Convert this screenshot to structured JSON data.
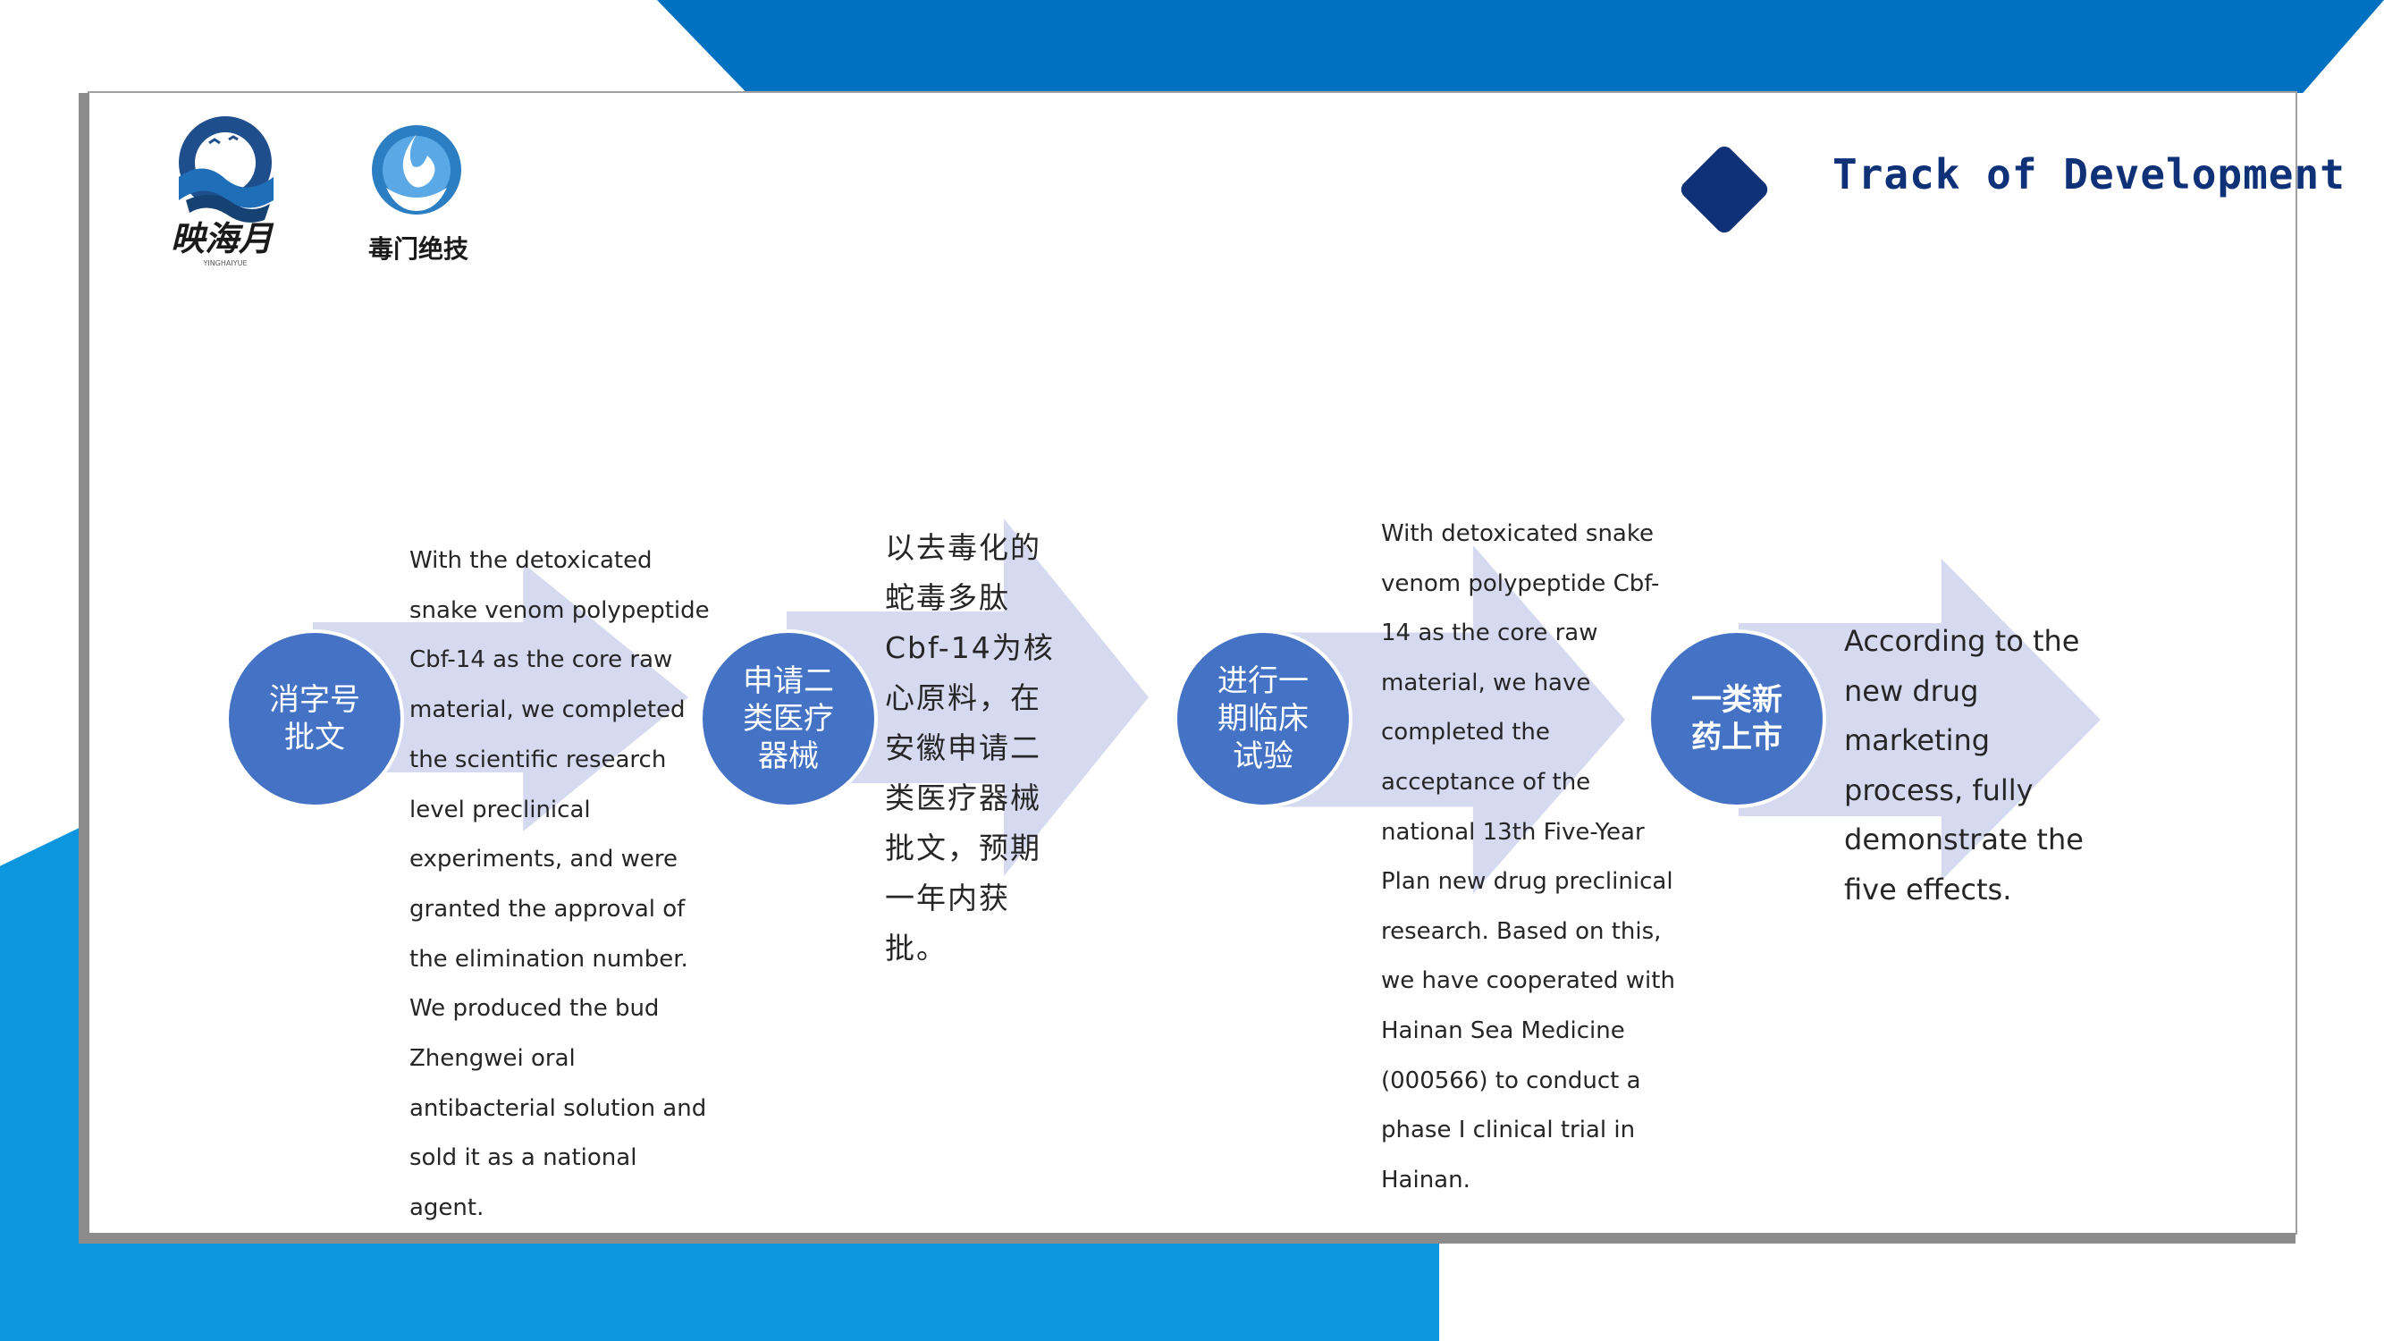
{
  "header": {
    "title": "Track of Development",
    "logo_left_name": "映海月",
    "logo_left_subtext": "YINGHAIYUE",
    "logo_right_name": "毒门绝技"
  },
  "steps": [
    {
      "circle_label": "消字号\n批文",
      "description": "With the detoxicated snake venom polypeptide Cbf-14 as the core raw material, we completed the scientific research level preclinical experiments, and were granted the approval of the elimination number. We produced the bud Zhengwei oral antibacterial solution and sold it as a national agent."
    },
    {
      "circle_label": "申请二\n类医疗\n器械",
      "description": "以去毒化的蛇毒多肽Cbf-14为核心原料，在安徽申请二类医疗器械批文，预期一年内获批。"
    },
    {
      "circle_label": "进行一\n期临床\n试验",
      "description": "With detoxicated snake venom polypeptide Cbf-14 as the core raw material, we have completed the acceptance of the national 13th Five-Year Plan new drug preclinical research. Based on this, we have cooperated with Hainan Sea Medicine (000566) to conduct a phase I clinical trial in Hainan."
    },
    {
      "circle_label": "一类新\n药上市",
      "description": "According to the new drug marketing process, fully demonstrate the five effects."
    }
  ],
  "colors": {
    "top_band": "#0070c0",
    "bottom_band": "#0b96dd",
    "circle": "#4472c4",
    "arrow": "#d6daf0",
    "title": "#0f3178"
  }
}
